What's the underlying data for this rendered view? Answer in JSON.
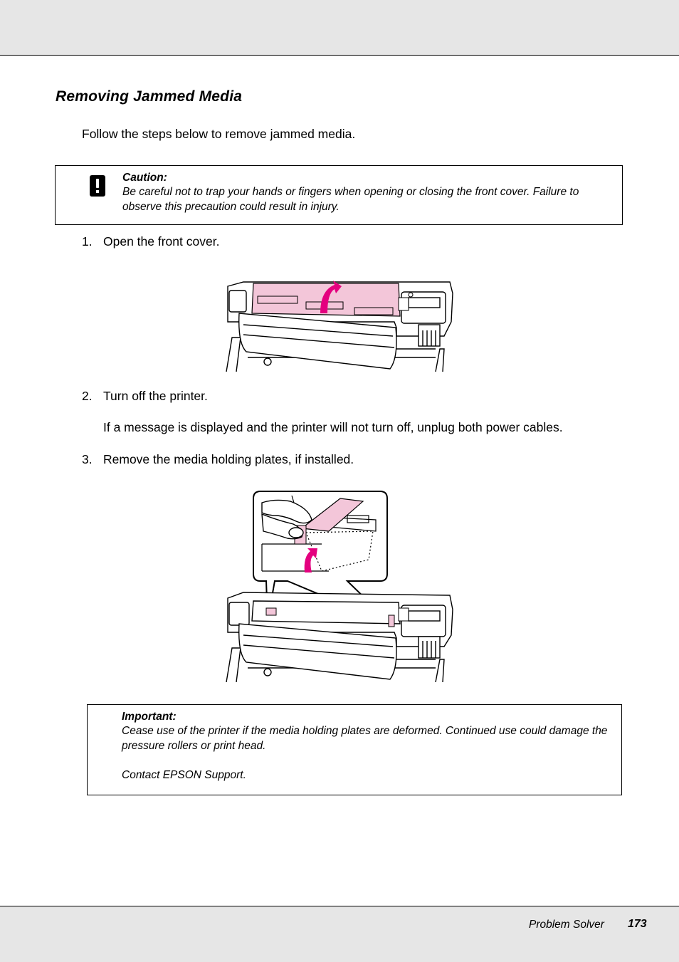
{
  "heading": "Removing Jammed Media",
  "intro": "Follow the steps below to remove jammed media.",
  "caution": {
    "icon": "caution-exclamation-icon",
    "title": "Caution:",
    "text": "Be careful not to trap your hands or fingers when opening or closing the front cover. Failure to observe this precaution could result in injury."
  },
  "steps": [
    {
      "number": "1.",
      "text": "Open the front cover."
    },
    {
      "number": "2.",
      "text": "Turn off the printer.",
      "subtext": "If a message is displayed and the printer will not turn off, unplug both power cables."
    },
    {
      "number": "3.",
      "text": "Remove the media holding plates, if installed."
    }
  ],
  "important": {
    "title": "Important:",
    "text": "Cease use of the printer if the media holding plates are deformed. Continued use could damage the pressure rollers or print head.",
    "text2": "Contact EPSON Support."
  },
  "footer": {
    "section": "Problem Solver",
    "page": "173"
  },
  "colors": {
    "highlight": "#f3c6d9",
    "arrow": "#e4007f",
    "band": "#e6e6e6"
  }
}
